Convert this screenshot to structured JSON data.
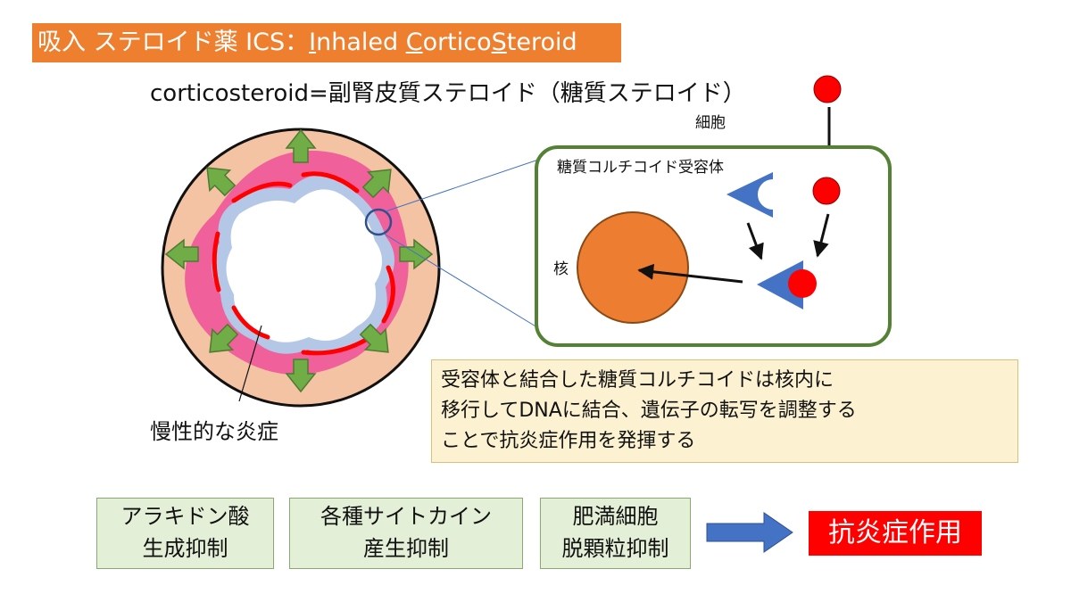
{
  "title": {
    "prefix": "吸入 ステロイド薬 ICS：",
    "w1_initial": "I",
    "w1_rest": "nhaled ",
    "w2_initial": "C",
    "w2_rest": "ortico",
    "w3_initial": "S",
    "w3_rest": "teroid"
  },
  "subtitle": "corticosteroid=副腎皮質ステロイド（糖質ステロイド）",
  "labels": {
    "cell": "細胞",
    "receptor": "糖質コルチコイド受容体",
    "nucleus": "核",
    "inflammation": "慢性的な炎症"
  },
  "explanation": {
    "line1": "受容体と結合した糖質コルチコイドは核内に",
    "line2": "移行してDNAに結合、遺伝子の転写を調整する",
    "line3": "ことで抗炎症作用を発揮する"
  },
  "effects": [
    {
      "line1": "アラキドン酸",
      "line2": "生成抑制"
    },
    {
      "line1": "各種サイトカイン",
      "line2": "産生抑制"
    },
    {
      "line1": "肥満細胞",
      "line2": "脱顆粒抑制"
    }
  ],
  "result": "抗炎症作用",
  "colors": {
    "title_bg": "#ee7f2f",
    "airway_outer": "#f4c3a3",
    "inflamed_layer": "#f0609a",
    "mucosa": "#b4c7e7",
    "steroid": "#ff0000",
    "receptor": "#4472c4",
    "nucleus": "#ed7d31",
    "cell_border": "#548235",
    "arrow_green": "#70ad47",
    "big_arrow": "#4472c4"
  }
}
